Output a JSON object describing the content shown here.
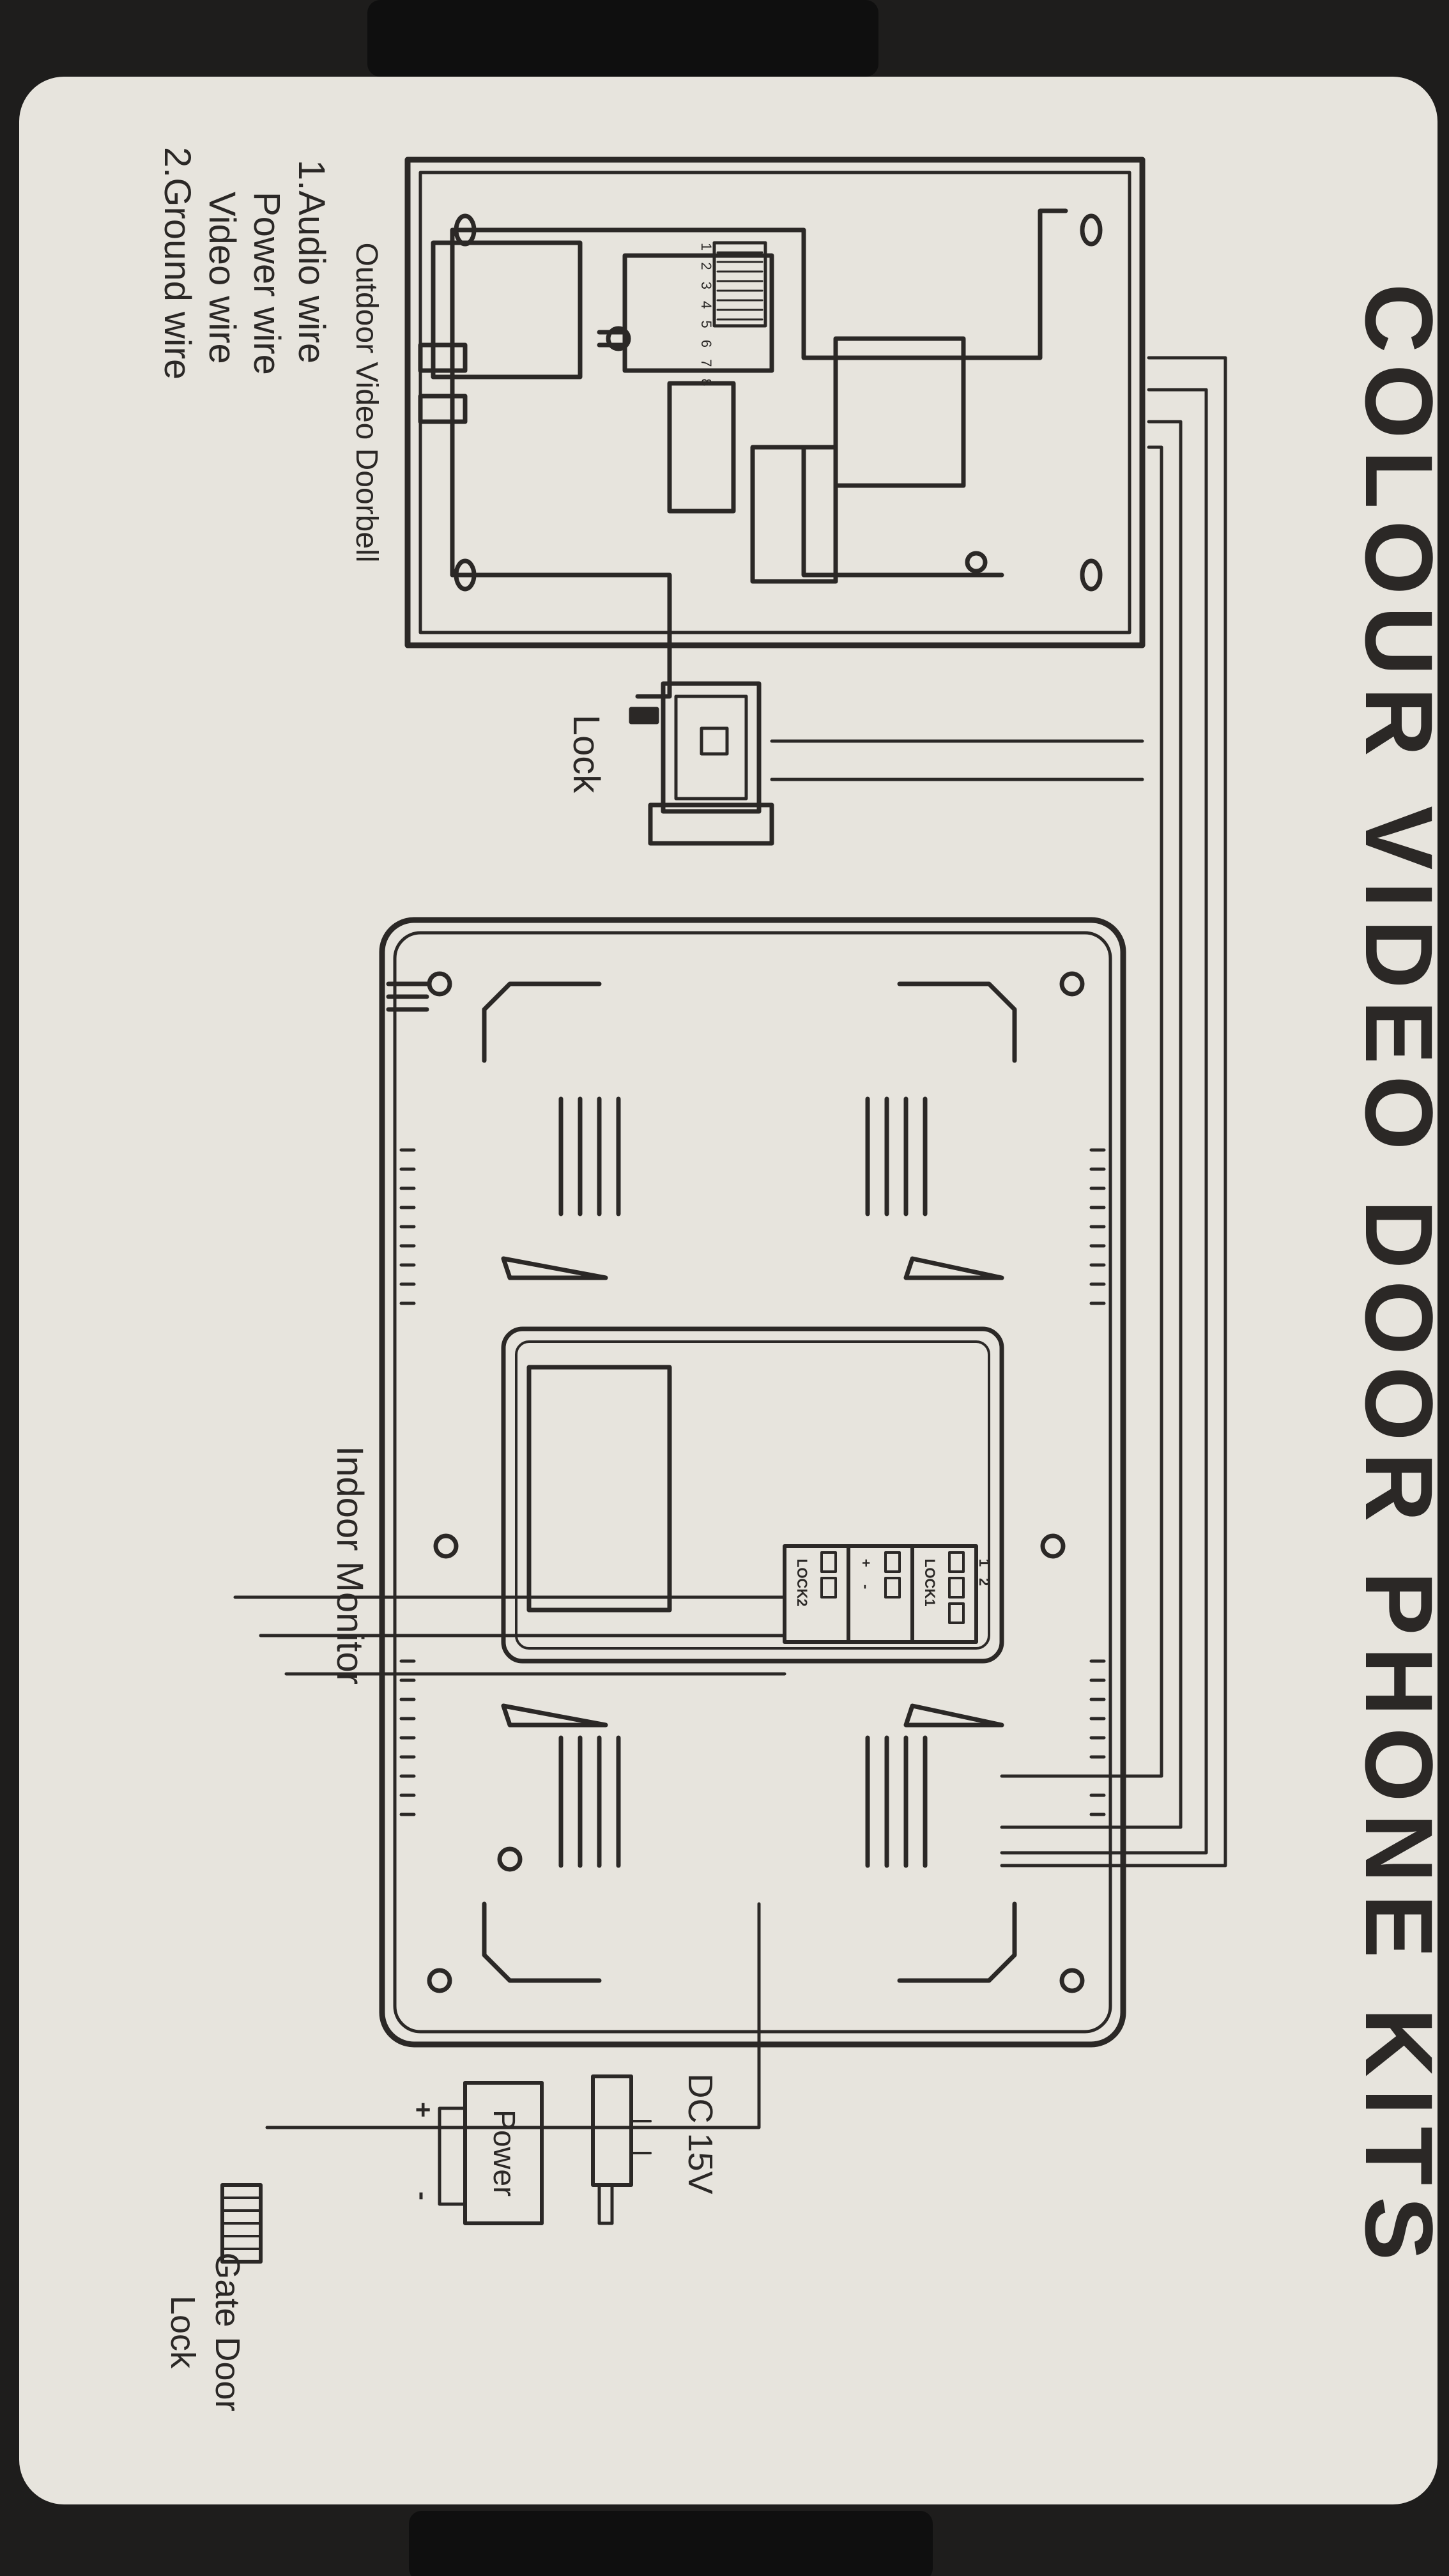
{
  "title": "COLOUR VIDEO DOOR PHONE KITS",
  "labels": {
    "outdoor": "Outdoor Video Doorbell",
    "lock": "Lock",
    "indoor": "Indoor Monitor",
    "dc": "DC 15V",
    "power": "Power",
    "gate_line1": "Gate Door",
    "gate_line2": "Lock",
    "terminal_numbers": "1 2 3 4 5 6 7 8",
    "lock1": "LOCK1",
    "lock2": "LOCK2",
    "t_one": "1",
    "t_two": "2",
    "t_plus": "+",
    "t_minus": "-",
    "adapter_plus": "+",
    "adapter_minus": "-"
  },
  "legend": [
    "1.Audio wire",
    "Power wire",
    "Video wire",
    "2.Ground wire"
  ],
  "colors": {
    "background": "#1e1d1c",
    "card": "#e7e4dd",
    "ink": "#2b2826"
  }
}
